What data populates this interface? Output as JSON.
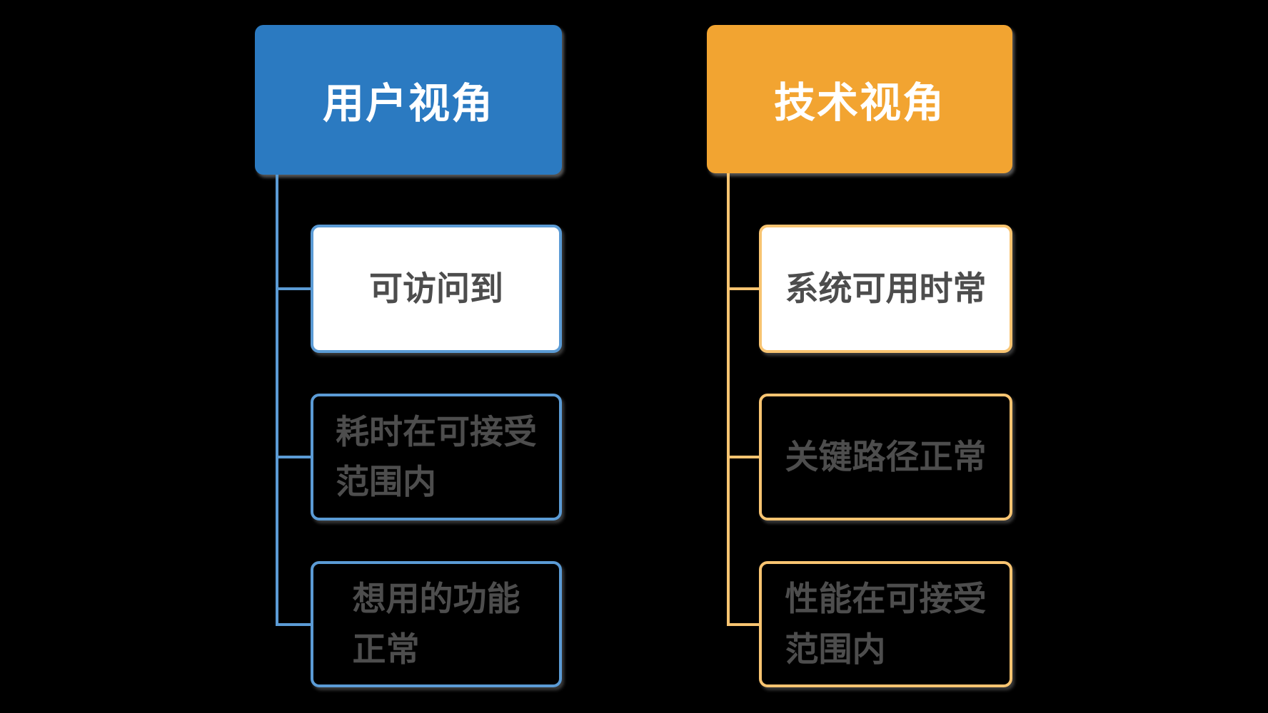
{
  "diagram": {
    "background_color": "#000000",
    "columns": [
      {
        "id": "user-perspective",
        "header_label": "用户视角",
        "header_bg_color": "#2b7ac1",
        "header_text_color": "#ffffff",
        "connector_color": "#5b9bd5",
        "node_text_color": "#4d4d4d",
        "children": [
          {
            "label": "可访问到",
            "fill": "#ffffff",
            "border_color": "#5b9bd5"
          },
          {
            "label": "耗时在可接受\n范围内",
            "fill": "transparent-black",
            "border_color": "#5b9bd5"
          },
          {
            "label": "想用的功能\n正常",
            "fill": "transparent-black",
            "border_color": "#5b9bd5"
          }
        ]
      },
      {
        "id": "tech-perspective",
        "header_label": "技术视角",
        "header_bg_color": "#f2a431",
        "header_text_color": "#ffffff",
        "connector_color": "#f8c471",
        "node_text_color": "#4d4d4d",
        "children": [
          {
            "label": "系统可用时常",
            "fill": "#ffffff",
            "border_color": "#f8c471"
          },
          {
            "label": "关键路径正常",
            "fill": "transparent-black",
            "border_color": "#f8c471"
          },
          {
            "label": "性能在可接受\n范围内",
            "fill": "transparent-black",
            "border_color": "#f8c471"
          }
        ]
      }
    ]
  }
}
